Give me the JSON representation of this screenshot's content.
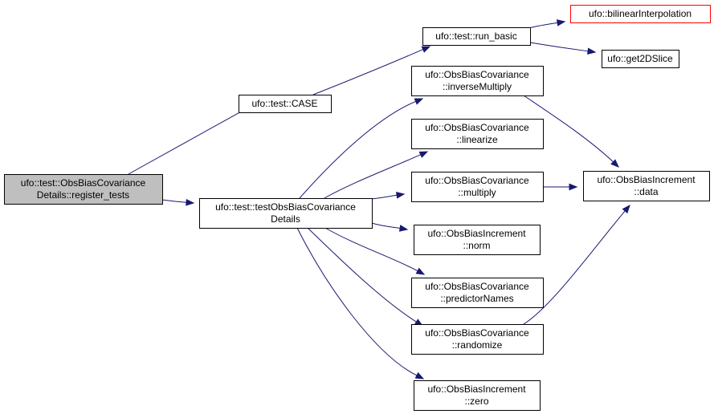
{
  "colors": {
    "edge": "#191970",
    "root_fill": "#bfbfbf",
    "node_border": "#000000",
    "truncated_border": "#ff0000"
  },
  "nodes": {
    "register_tests": {
      "lines": [
        "ufo::test::ObsBiasCovariance",
        "Details::register_tests"
      ],
      "style": "root"
    },
    "test_case": {
      "lines": [
        "ufo::test::CASE"
      ]
    },
    "test_obs_bias_cov_details": {
      "lines": [
        "ufo::test::testObsBiasCovariance",
        "Details"
      ]
    },
    "run_basic": {
      "lines": [
        "ufo::test::run_basic"
      ]
    },
    "bilinear_interpolation": {
      "lines": [
        "ufo::bilinearInterpolation"
      ],
      "style": "truncated"
    },
    "get2d_slice": {
      "lines": [
        "ufo::get2DSlice"
      ]
    },
    "inverse_multiply": {
      "lines": [
        "ufo::ObsBiasCovariance",
        "::inverseMultiply"
      ]
    },
    "linearize": {
      "lines": [
        "ufo::ObsBiasCovariance",
        "::linearize"
      ]
    },
    "multiply": {
      "lines": [
        "ufo::ObsBiasCovariance",
        "::multiply"
      ]
    },
    "norm": {
      "lines": [
        "ufo::ObsBiasIncrement",
        "::norm"
      ]
    },
    "predictor_names": {
      "lines": [
        "ufo::ObsBiasCovariance",
        "::predictorNames"
      ]
    },
    "randomize": {
      "lines": [
        "ufo::ObsBiasCovariance",
        "::randomize"
      ]
    },
    "zero": {
      "lines": [
        "ufo::ObsBiasIncrement",
        "::zero"
      ]
    },
    "increment_data": {
      "lines": [
        "ufo::ObsBiasIncrement",
        "::data"
      ]
    }
  },
  "edges": [
    {
      "from": "register_tests",
      "to": "test_case"
    },
    {
      "from": "register_tests",
      "to": "test_obs_bias_cov_details"
    },
    {
      "from": "test_case",
      "to": "run_basic"
    },
    {
      "from": "run_basic",
      "to": "bilinear_interpolation"
    },
    {
      "from": "run_basic",
      "to": "get2d_slice"
    },
    {
      "from": "test_obs_bias_cov_details",
      "to": "inverse_multiply"
    },
    {
      "from": "test_obs_bias_cov_details",
      "to": "linearize"
    },
    {
      "from": "test_obs_bias_cov_details",
      "to": "multiply"
    },
    {
      "from": "test_obs_bias_cov_details",
      "to": "norm"
    },
    {
      "from": "test_obs_bias_cov_details",
      "to": "predictor_names"
    },
    {
      "from": "test_obs_bias_cov_details",
      "to": "randomize"
    },
    {
      "from": "test_obs_bias_cov_details",
      "to": "zero"
    },
    {
      "from": "inverse_multiply",
      "to": "increment_data"
    },
    {
      "from": "multiply",
      "to": "increment_data"
    },
    {
      "from": "randomize",
      "to": "increment_data"
    }
  ]
}
